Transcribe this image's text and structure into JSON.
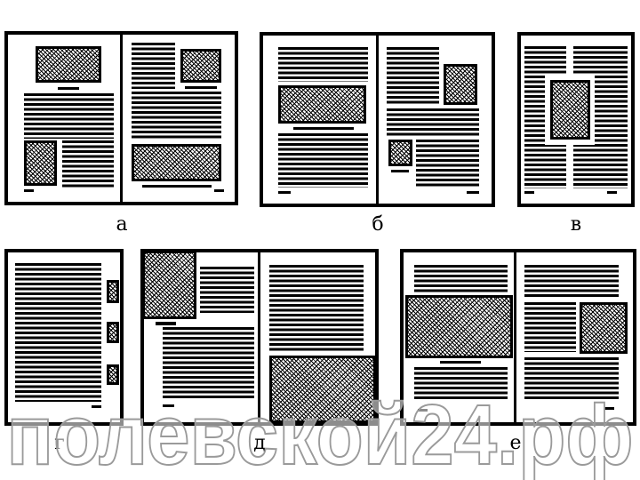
{
  "labels": {
    "a": "а",
    "b": "б",
    "v": "в",
    "g": "г",
    "d": "д",
    "e": "е"
  },
  "watermark": "полевской24.рф"
}
